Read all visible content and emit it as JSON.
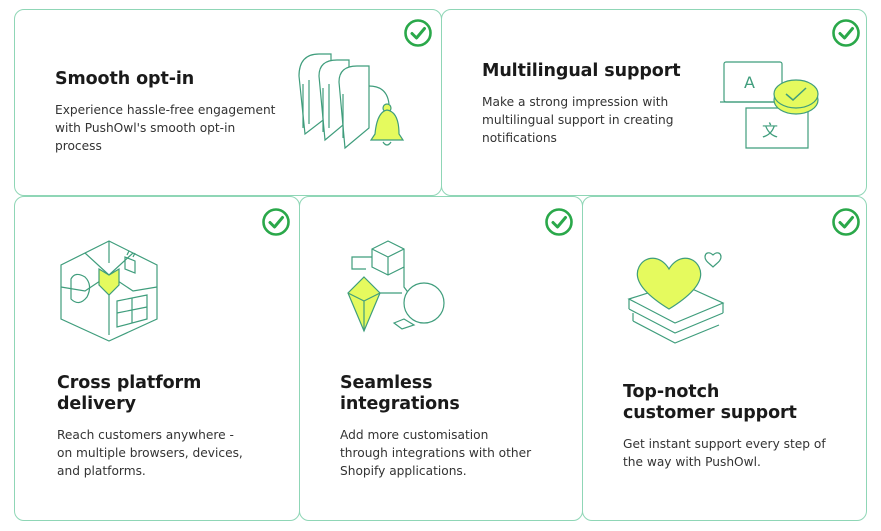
{
  "colors": {
    "border": "#8fd6b6",
    "accent": "#e5fa5e",
    "line": "#3f9d7c",
    "check": "#2aa84a"
  },
  "cards": [
    {
      "title": "Smooth opt-in",
      "description": "Experience hassle-free engagement with PushOwl's smooth opt-in process",
      "icon": "bell-popups-icon"
    },
    {
      "title": "Multilingual support",
      "description": "Make a strong impression with multilingual support in creating notifications",
      "icon": "translation-icon"
    },
    {
      "title": "Cross platform\ndelivery",
      "description": "Reach customers anywhere - on multiple browsers, devices, and platforms.",
      "icon": "platform-cube-icon"
    },
    {
      "title": "Seamless\nintegrations",
      "description": "Add more customisation through integrations with other Shopify applications.",
      "icon": "integration-shapes-icon"
    },
    {
      "title": "Top-notch\ncustomer support",
      "description": "Get instant support every step of the way with PushOwl.",
      "icon": "heart-support-icon"
    }
  ]
}
